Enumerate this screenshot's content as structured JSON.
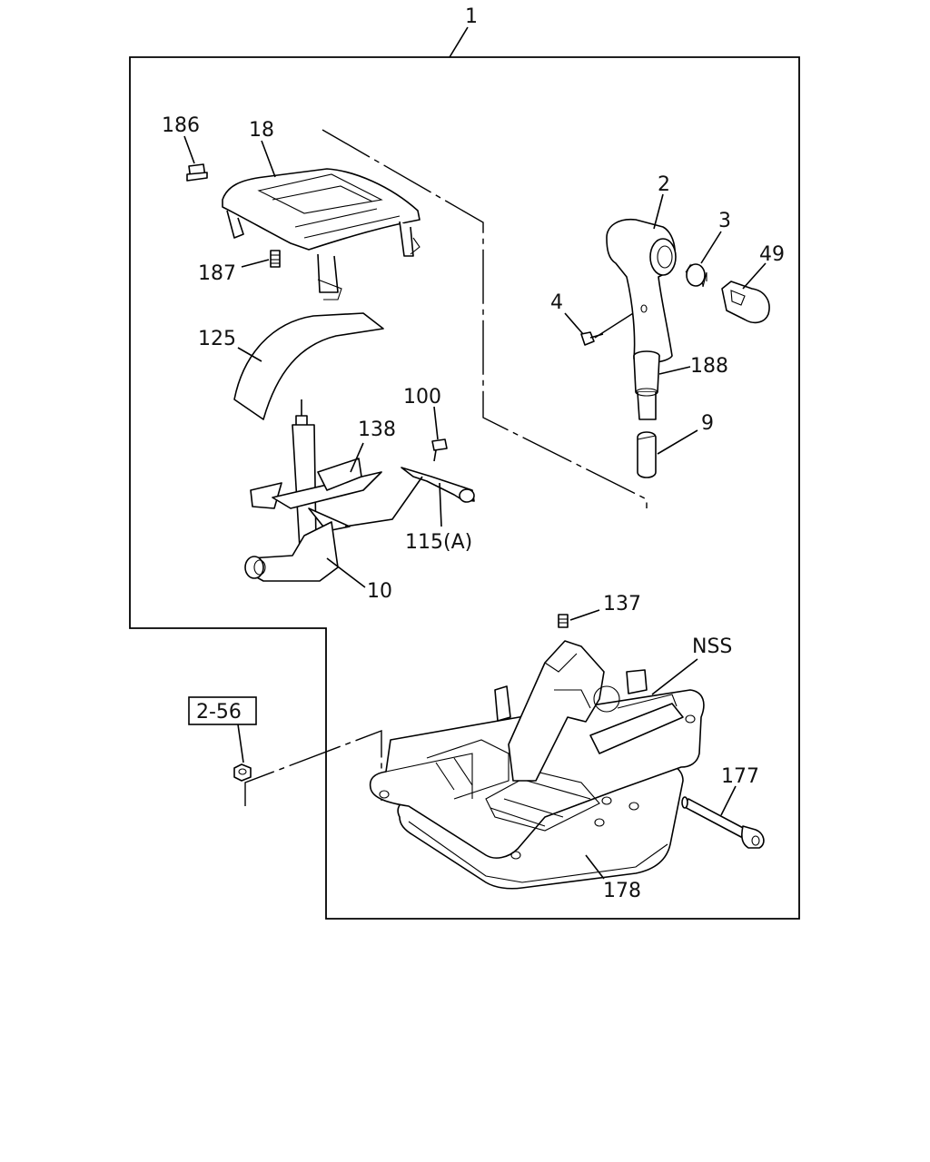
{
  "callouts": {
    "c1": "1",
    "c186": "186",
    "c18": "18",
    "c187": "187",
    "c125": "125",
    "c138": "138",
    "c100": "100",
    "c115a": "115(A)",
    "c10": "10",
    "c2": "2",
    "c3": "3",
    "c49": "49",
    "c4": "4",
    "c188": "188",
    "c9": "9",
    "c137": "137",
    "cnss": "NSS",
    "c256": "2-56",
    "c177": "177",
    "c178": "178"
  }
}
